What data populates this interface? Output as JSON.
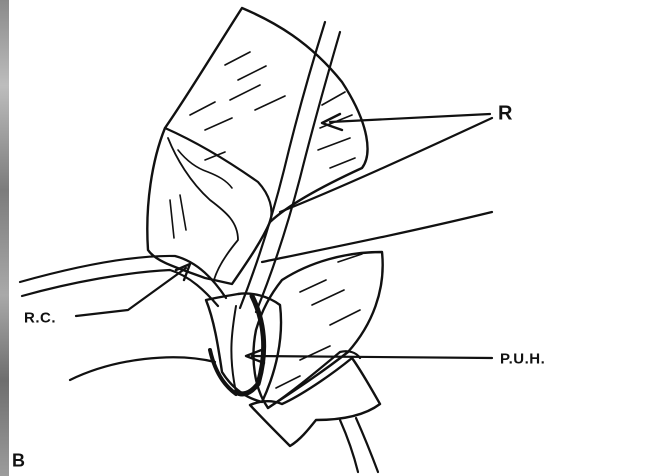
{
  "labels": {
    "r": "R",
    "rc": "R.C.",
    "puh": "P.U.H.",
    "panel": "B"
  }
}
